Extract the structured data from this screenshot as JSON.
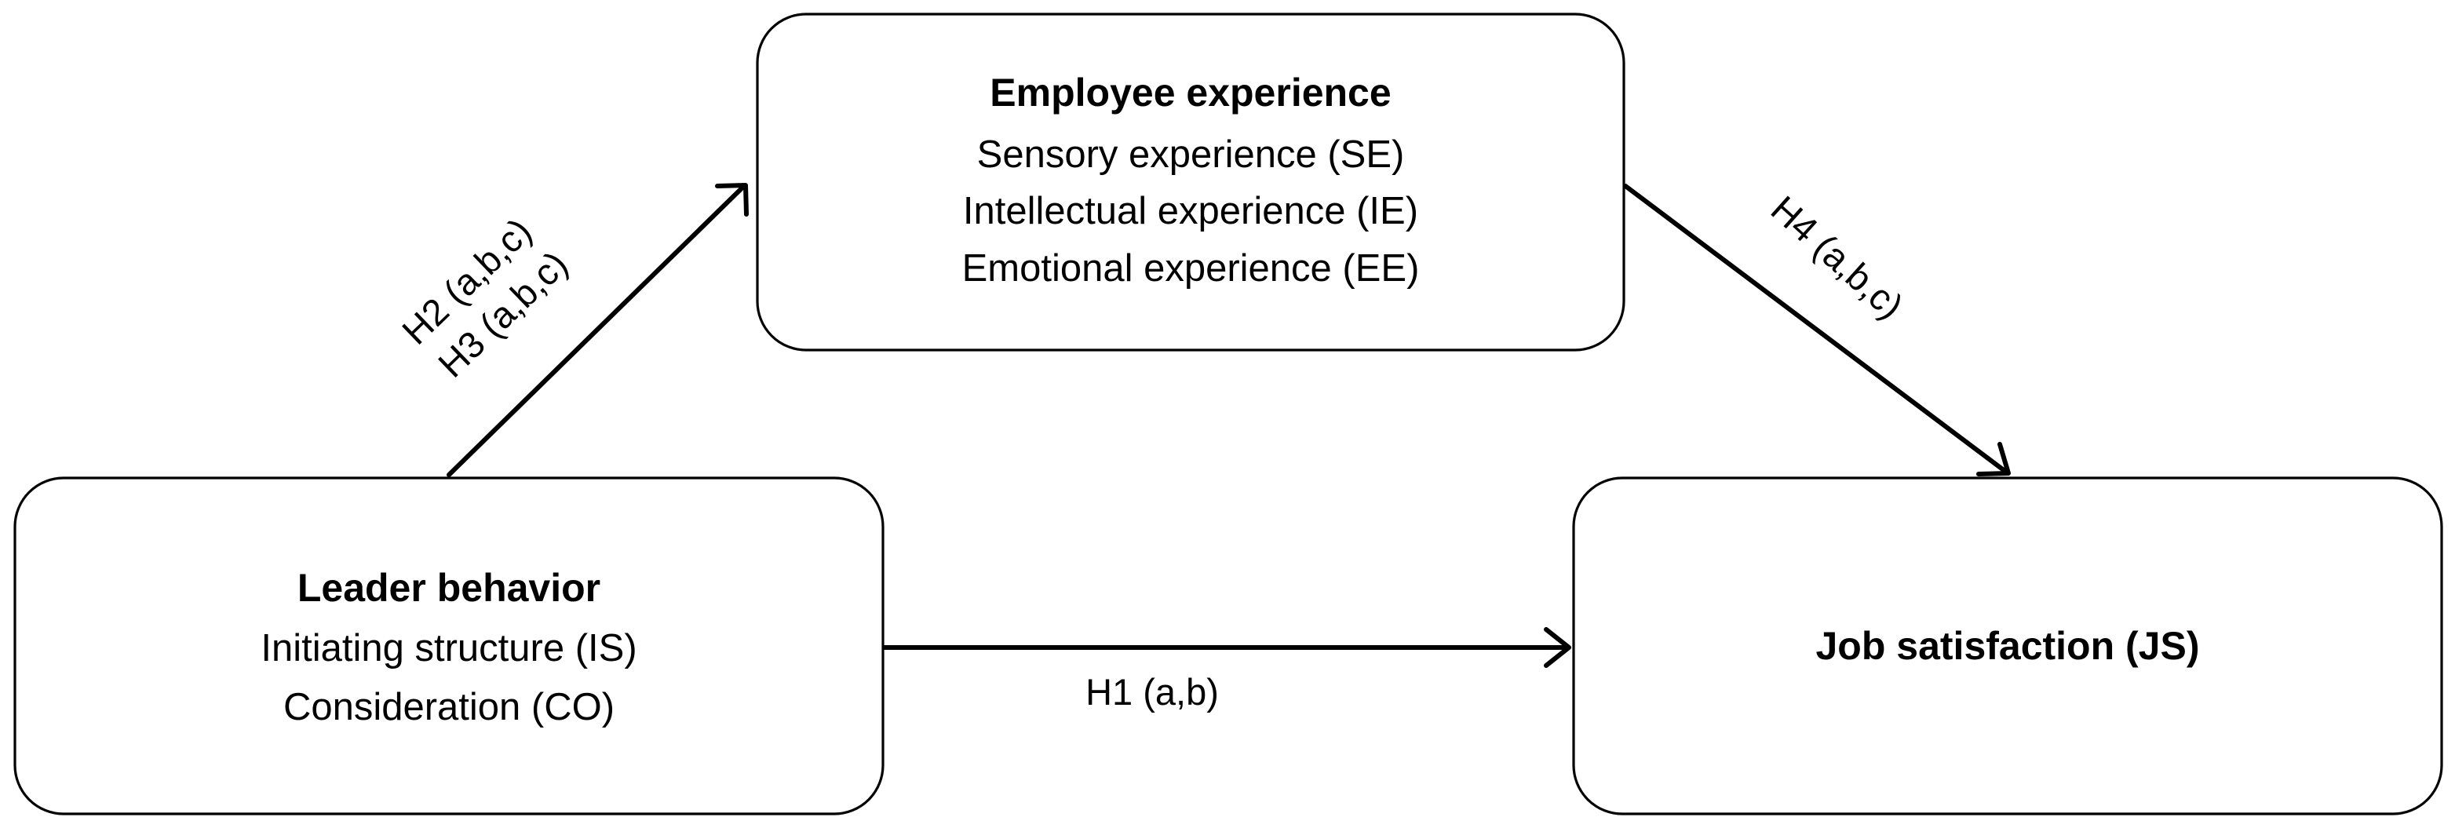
{
  "nodes": {
    "employee_experience": {
      "title": "Employee experience",
      "items": [
        "Sensory experience (SE)",
        "Intellectual experience (IE)",
        "Emotional experience (EE)"
      ]
    },
    "leader_behavior": {
      "title": "Leader behavior",
      "items": [
        "Initiating structure (IS)",
        "Consideration (CO)"
      ]
    },
    "job_satisfaction": {
      "title": "Job satisfaction (JS)"
    }
  },
  "edges": {
    "leader_to_experience": {
      "from": "leader_behavior",
      "to": "employee_experience",
      "labels": [
        "H2 (a,b,c)",
        "H3 (a,b,c)"
      ]
    },
    "experience_to_satisfaction": {
      "from": "employee_experience",
      "to": "job_satisfaction",
      "label": "H4 (a,b,c)"
    },
    "leader_to_satisfaction": {
      "from": "leader_behavior",
      "to": "job_satisfaction",
      "label": "H1 (a,b)"
    }
  },
  "colors": {
    "stroke": "#000000",
    "fill": "#ffffff",
    "text": "#000000"
  }
}
